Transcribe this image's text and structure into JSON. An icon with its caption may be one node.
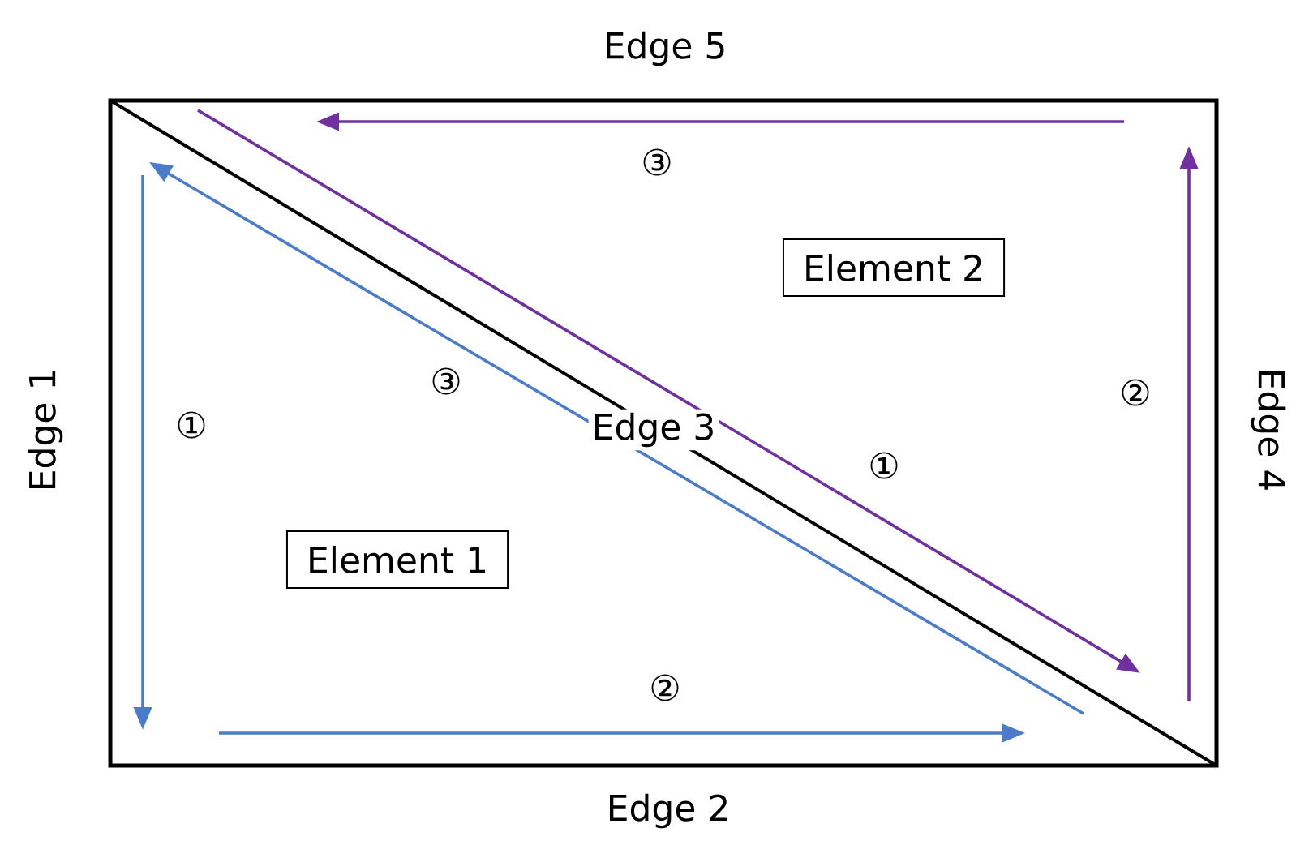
{
  "diagram": {
    "nodes": [
      {
        "text": [
          "Element 2"
        ]
      },
      {
        "text": [
          "Element 1"
        ]
      }
    ],
    "edges": [],
    "labels": [
      "Edge 5",
      "③",
      "Edge 1",
      "①",
      "③",
      "Edge 3",
      "②",
      "Edge 4",
      "①",
      "②",
      "Edge 2"
    ]
  }
}
